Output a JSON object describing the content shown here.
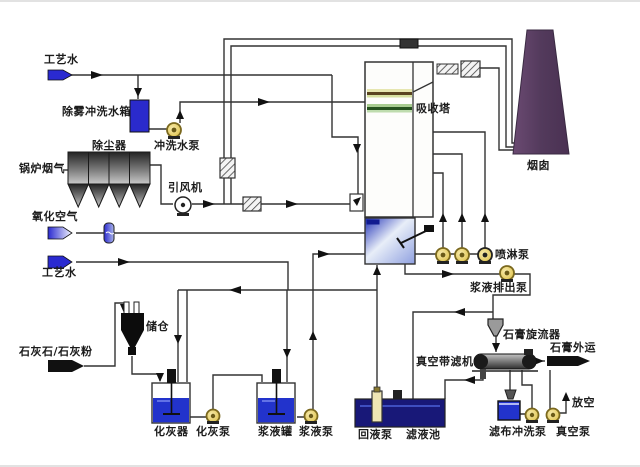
{
  "diagram": {
    "kind": "flue-gas-desulfurization process flow diagram",
    "labels": {
      "process_water_top": "工艺水",
      "demister_wash_tank": "除雾冲洗水箱",
      "wash_water_pump": "冲洗水泵",
      "dust_collector": "除尘器",
      "boiler_flue_gas": "锅炉烟气",
      "id_fan": "引风机",
      "oxidation_air": "氧化空气",
      "process_water_mid": "工艺水",
      "limestone_powder": "石灰石/石灰粉",
      "silo": "储仓",
      "lime_slaker": "化灰器",
      "lime_slurry_pump": "化灰泵",
      "slurry_tank": "浆液罐",
      "slurry_pump": "浆液泵",
      "return_liquid_pump": "回液泵",
      "filtrate_pool": "滤液池",
      "absorber_tower": "吸收塔",
      "chimney": "烟囱",
      "spray_pump": "喷淋泵",
      "slurry_discharge_pump": "浆液排出泵",
      "gypsum_cyclone": "石膏旋流器",
      "vacuum_belt_filter": "真空带滤机",
      "gypsum_out": "石膏外运",
      "vent": "放空",
      "cloth_wash_pump": "滤布冲洗泵",
      "vacuum_pump": "真空泵"
    },
    "colors": {
      "line": "#333333",
      "water_arrow_blue": "#2a2ad0",
      "tank_liquid_blue": "#2233cc",
      "filtrate_pool_navy": "#181878",
      "chimney_purple": "#5b3e63",
      "pump_gold": "#eed976",
      "equipment_black": "#111111",
      "esp_gray_dark": "#2a2a2a"
    }
  }
}
